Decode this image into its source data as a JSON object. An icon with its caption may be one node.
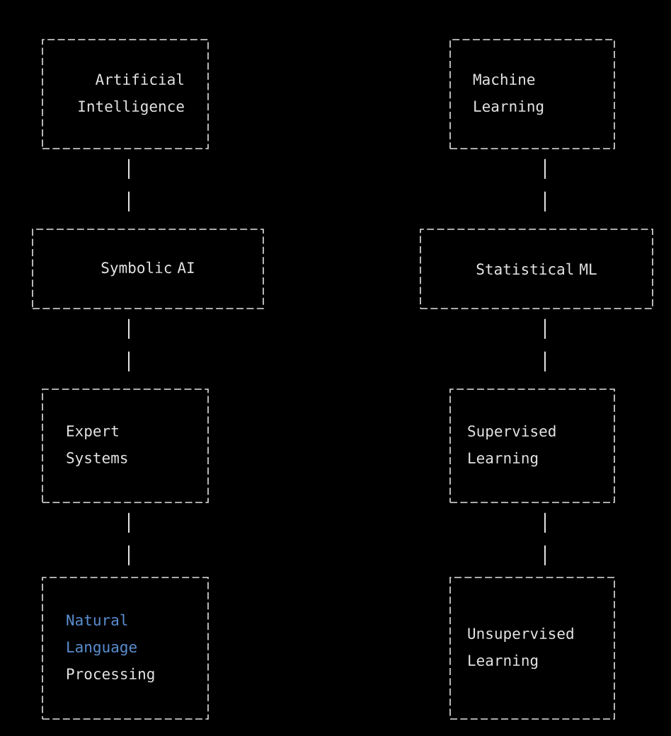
{
  "diagram": {
    "nodes": [
      {
        "text": [
          "Artificial Intelligence"
        ]
      },
      {
        "text": [
          "Machine Learning"
        ]
      },
      {
        "text": [
          "Symbolic AI"
        ]
      },
      {
        "text": [
          "Statistical ML"
        ]
      },
      {
        "text": [
          "Expert Systems"
        ]
      },
      {
        "text": [
          "Supervised Learning"
        ]
      },
      {
        "text": [
          "Natural Language",
          "Processing"
        ]
      },
      {
        "text": [
          "Unsupervised Learning"
        ]
      }
    ],
    "edges": [
      {
        "from": 0,
        "to": 2,
        "arrow": "none"
      },
      {
        "from": 2,
        "to": 4,
        "arrow": "none"
      },
      {
        "from": 4,
        "to": 6,
        "arrow": "none"
      },
      {
        "from": 1,
        "to": 3,
        "arrow": "none"
      },
      {
        "from": 3,
        "to": 5,
        "arrow": "none"
      },
      {
        "from": 5,
        "to": 7,
        "arrow": "none"
      }
    ]
  }
}
